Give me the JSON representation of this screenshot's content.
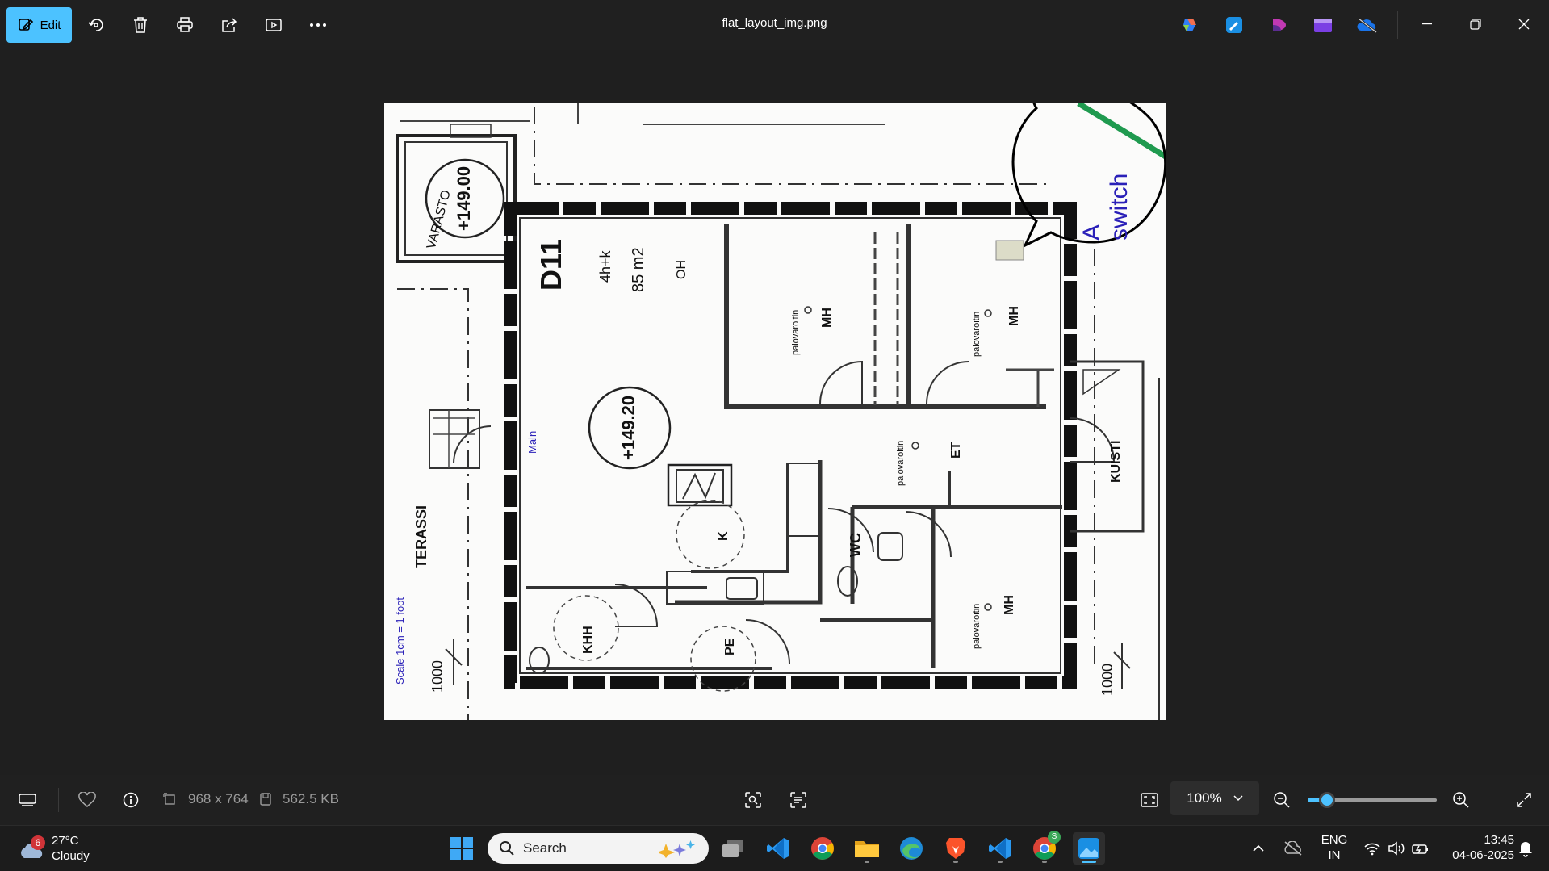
{
  "titlebar": {
    "edit_label": "Edit",
    "file_name": "flat_layout_img.png",
    "tools": [
      "edit-icon",
      "rotate-icon",
      "delete-icon",
      "print-icon",
      "share-icon",
      "slideshow-icon",
      "more-icon"
    ],
    "apps": [
      "copilot-icon",
      "photos-app-icon",
      "designer-icon",
      "clipchamp-icon",
      "onedrive-icon"
    ],
    "window_controls": [
      "minimize-icon",
      "restore-icon",
      "close-icon"
    ]
  },
  "floorplan": {
    "unit": "D11",
    "rooms_desc": "4h+k",
    "area": "85 m2",
    "level_main": "+149.20",
    "level_store": "+149.00",
    "varasto": "VARASTO",
    "terassi": "TERASSI",
    "kuisti": "KUISTI",
    "oh": "OH",
    "mh": "MH",
    "et": "ET",
    "wc": "WC",
    "k": "K",
    "khh": "KHH",
    "pe": "PE",
    "palovaroitin": "palovaroitin",
    "dim_1000": "1000",
    "annotation_main": "Main",
    "annotation_switch": "A switch",
    "annotation_scale": "Scale 1cm = 1 foot"
  },
  "bottombar": {
    "dimensions": "968 x 764",
    "file_size": "562.5 KB",
    "zoom": "100%",
    "zoom_fraction": 0.15
  },
  "taskbar": {
    "weather_temp": "27°C",
    "weather_desc": "Cloudy",
    "weather_badge": "6",
    "search_placeholder": "Search",
    "lang_top": "ENG",
    "lang_bottom": "IN",
    "time": "13:45",
    "date": "04-06-2025",
    "chrome_badge": "S"
  },
  "colors": {
    "accent": "#4cc2ff",
    "annotation": "#2a20b8",
    "titlebar_bg": "#202020"
  }
}
